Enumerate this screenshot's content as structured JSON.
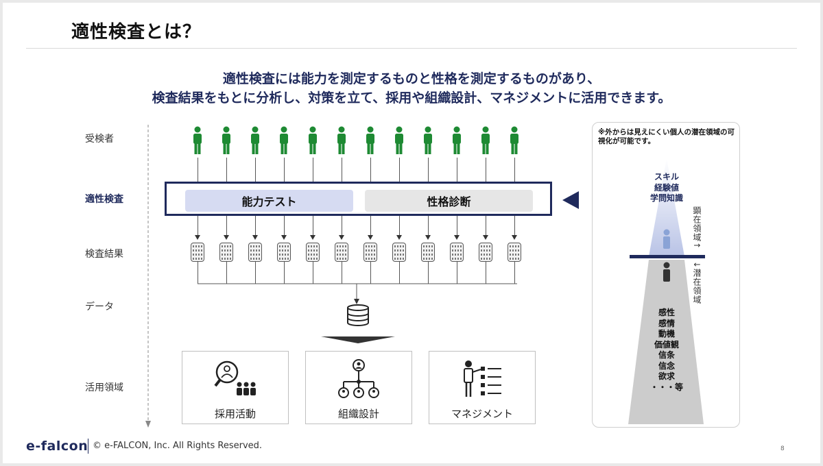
{
  "title": "適性検査とは？",
  "lead": {
    "line1": "適性検査には能力を測定するものと性格を測定するものがあり、",
    "line2": "検査結果をもとに分析し、対策を立て、採用や組織設計、マネジメントに活用できます。"
  },
  "rows": {
    "examinee": "受検者",
    "test": "適性検査",
    "result": "検査結果",
    "data": "データ",
    "usage": "活用領域"
  },
  "tests": {
    "ability": "能力テスト",
    "personality": "性格診断"
  },
  "areas": [
    "採用活動",
    "組織設計",
    "マネジメント"
  ],
  "panel": {
    "note": "※外からは見えにくい個人の潜在領域の可視化が可能です。",
    "visible_items": [
      "スキル",
      "経験値",
      "学問知識"
    ],
    "visible_label": "顕在領域↑",
    "latent_label": "↓潜在領域",
    "latent_items": [
      "感性",
      "感情",
      "動機",
      "価値観",
      "信条",
      "信念",
      "欲求",
      "・・・等"
    ]
  },
  "footer": {
    "logo": "e-falcon",
    "copyright": "© e-FALCON, Inc. All Rights Reserved.",
    "page": "8"
  },
  "colors": {
    "navy": "#1f2a5c",
    "person_green": "#1e8a33",
    "ability_fill": "#d6dbf2",
    "personality_fill": "#e6e6e6"
  }
}
